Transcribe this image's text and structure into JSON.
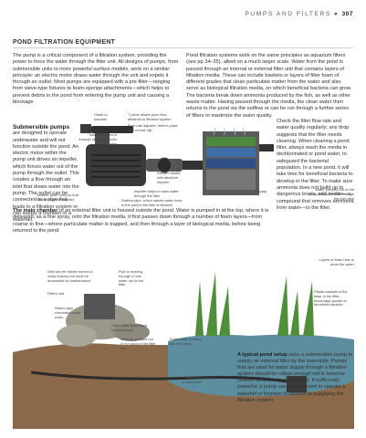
{
  "running_head": {
    "title": "PUMPS AND FILTERS",
    "page_number": "307"
  },
  "section_title": "POND FILTRATION EQUIPMENT",
  "intro_col1": "The pump is a critical component of a filtration system, providing the power to force the water through the filter unit. All designs of pumps, from submersible units to more powerful surface models, work on a similar principle: an electric motor draws water through the unit and expels it through an outlet. Most pumps are equipped with a pre-filter—ranging from sieve-type fixtures to foam-sponge attachments—which helps to prevent debris in the pond from entering the pump unit and causing a blockage.",
  "col2_text": "Pond filtration systems work on the same principles as aquarium filters (see pp.34–35), albeit on a much larger scale. Water from the pond is passed through an internal or external filter unit that contains layers of filtration media. These can include baskets or layers of filter foam of different grades that clean particulate matter from the water and also serve as biological filtration media, on which beneficial bacteria can grow. The bacteria break down ammonia produced by the fish, as well as other waste matter. Having passed through the media, the clean water then returns to the pond via the outflow or can be run through a further series of filters to maximize the water quality.",
  "col2_more": "Check the filter flow rate and water quality regularly; any drop suggests that the filter needs cleaning. When cleaning a pond filter, always wash the media in dechlorinated or pond water, to safeguard the bacterial population. In a new pond, it will take time for beneficial bacteria to develop in the filter. To make sure ammonia does not build up to dangerous levels, add zeolite—a compound that removes ammonia from water—to the filter.",
  "submersible": {
    "heading": "Submersible pumps",
    "text": "are designed to operate underwater and will not function outside the pond. An electric motor within the pump unit drives an impeller, which forces water out of the pump through the outlet. This creates a flow through an inlet that draws water into the pump. The outlet can be connected to a pipe that leads to a filtration system or can supply a fountain or a waterfall."
  },
  "main_chamber": {
    "heading": "The main chamber",
    "text": "of an external filter unit is housed outside the pond. Water is pumped in at the top, where it is delivered, as a fine spray, onto the filtration media. It first passes down through a number of foam layers—from coarse to fine—where particulate matter is trapped, and then through a layer of biological media, before being returned to the pond."
  },
  "pump_labels": {
    "outlet_to_fountain": "Outlet to fountain",
    "flow_valve": "T-piece allows pond flow attached to filtration system",
    "adjuster": "Flow rate adjuster, held in place with a hose clip",
    "water_inflow": "Water is drawn in through slits in the outer casing",
    "sieve": "Strainer (filter hole) so that cannot clog the impeller",
    "impeller": "Impeller helps to draw water through the filter",
    "outflow": "Outflow pipe, which carries water back to the pond if the filter is blocked",
    "ultraviolet": "Swollen media with attached impeller",
    "spray": "Spray",
    "return": "Water pumped out of the pond enters the filter through the inlet pipe"
  },
  "pond_labels": {
    "chamber": "Well can be hidden behind a rocky outcrop but must be accessible for maintenance",
    "filters_unit": "Filters unit",
    "return_pipe": "Return pipe concealed under rocks",
    "pipework": "Pipe is running through a hole water out to the filter",
    "layers": "Layers of foam help to clean the water",
    "plastic_baskets": "Plastic baskets in the base of the filter encourage growth of beneficial bacteria",
    "drain": "Drain water flows back in to the pond",
    "water_pumped": "Water is pumped out of the pond to the filter unit",
    "pond_water": "Pond water is drawn into the pump",
    "pump": "Pump positioned on a solid base"
  },
  "typical_setup": {
    "heading": "A typical pond setup",
    "text": "uses a submersible pump to supply an external filter by the waterside. Pumps that are used for water supply through a filtration system should be robust enough not to become choked by debris from the pond. If sufficiently powerful, a pump can be employed to operate a waterfall or fountain in addition to supplying the filtration system."
  },
  "colors": {
    "accent": "#c0392b",
    "pump_body": "#3a3a3a",
    "water": "#4a8fb0",
    "pond": "#5d8ea0",
    "plant": "#4f8f3a",
    "rock": "#9a968a",
    "soil": "#8a6a4a",
    "sky": "#e8eef0"
  }
}
